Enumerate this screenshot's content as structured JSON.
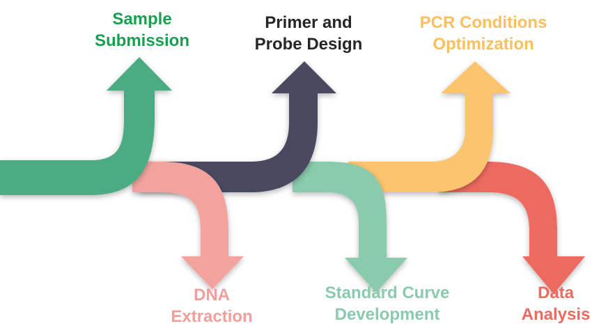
{
  "stages": [
    {
      "id": "sample-submission",
      "lines": [
        "Sample",
        "Submission"
      ],
      "color": "#4BAC83",
      "direction": "up"
    },
    {
      "id": "dna-extraction",
      "lines": [
        "DNA",
        "Extraction"
      ],
      "color": "#F2A39E",
      "direction": "down"
    },
    {
      "id": "primer-probe-design",
      "lines": [
        "Primer and",
        "Probe Design"
      ],
      "color": "#484860",
      "direction": "up"
    },
    {
      "id": "standard-curve-development",
      "lines": [
        "Standard Curve",
        "Development"
      ],
      "color": "#8ACAAD",
      "direction": "down"
    },
    {
      "id": "pcr-conditions-optimization",
      "lines": [
        "PCR Conditions",
        "Optimization"
      ],
      "color": "#FBC46E",
      "direction": "up"
    },
    {
      "id": "data-analysis",
      "lines": [
        "Data",
        "Analysis"
      ],
      "color": "#EC6B61",
      "direction": "down"
    }
  ],
  "label_colors": {
    "sample-submission": "#18A050",
    "dna-extraction": "#F29E9A",
    "primer-probe-design": "#262626",
    "standard-curve-development": "#8ACAAD",
    "pcr-conditions-optimization": "#FBBF5F",
    "data-analysis": "#EC6B61"
  }
}
